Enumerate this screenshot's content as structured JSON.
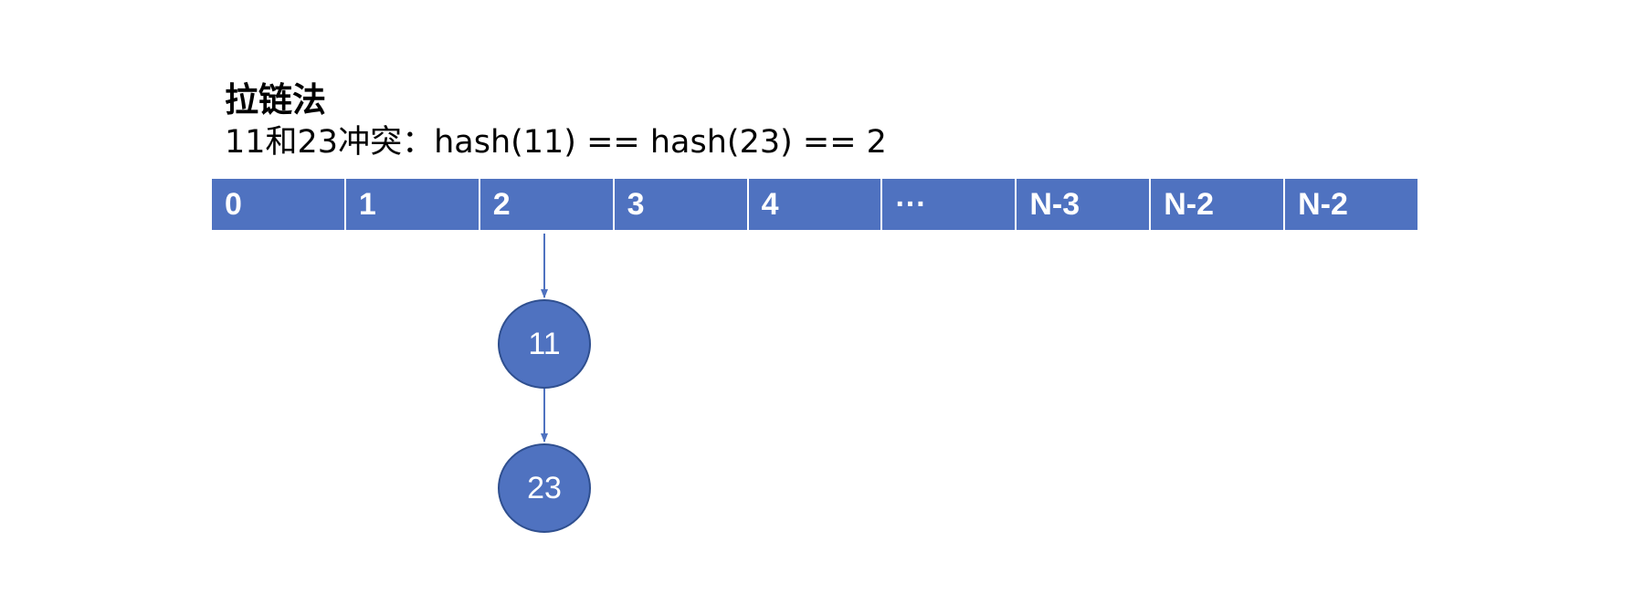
{
  "title": "拉链法",
  "subtitle": "11和23冲突：hash(11) == hash(23) == 2",
  "array": {
    "cells": [
      "0",
      "1",
      "2",
      "3",
      "4",
      "···",
      "N-3",
      "N-2",
      "N-2"
    ]
  },
  "chain": {
    "nodes": [
      "11",
      "23"
    ]
  },
  "colors": {
    "fill": "#4f72c0",
    "stroke": "#2f4f8f",
    "text": "#ffffff"
  }
}
